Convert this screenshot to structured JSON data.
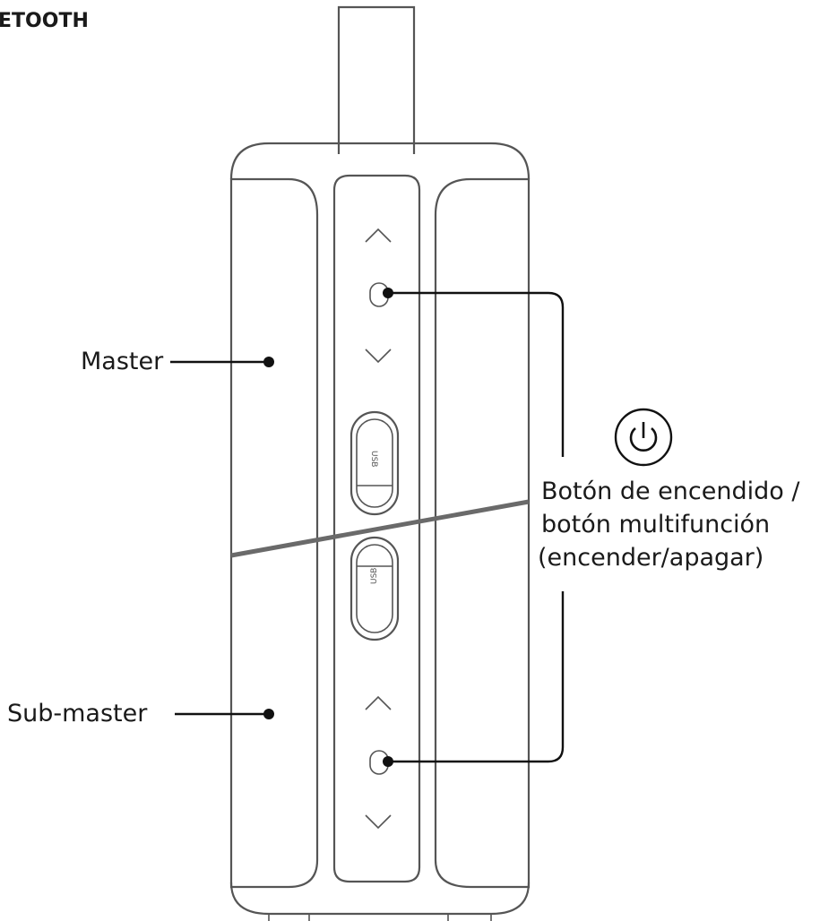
{
  "header": {
    "title": "ETOOTH"
  },
  "labels": {
    "master": "Master",
    "sub_master": "Sub-master"
  },
  "callout": {
    "line1": "Botón de encendido /",
    "line2": "botón multifunción",
    "line3": "(encender/apagar)"
  },
  "ports": {
    "usb_label": "USB"
  },
  "icons": {
    "power": "power-icon",
    "volume_up": "chevron-up-icon",
    "volume_down": "chevron-down-icon",
    "button": "multifunction-button-icon"
  },
  "colors": {
    "line": "#555555",
    "leader": "#111111",
    "text": "#1a1a1a"
  }
}
